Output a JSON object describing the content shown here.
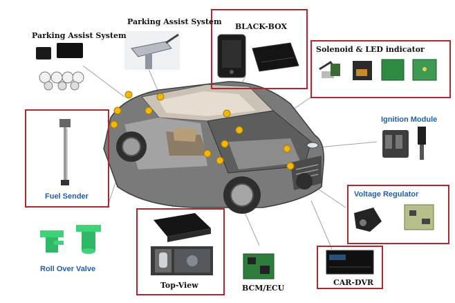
{
  "labels": {
    "parking_assist_left": "Parking Assist System",
    "parking_assist_top": "Parking Assist System",
    "black_box": "BLACK-BOX",
    "solenoid_led": "Solenoid & LED indicator",
    "ignition_module": "Ignition Module",
    "fuel_sender": "Fuel Sender",
    "voltage_regulator": "Voltage Regulator",
    "roll_over_valve": "Roll Over Valve",
    "top_view": "Top-View",
    "bcm_ecu": "BCM/ECU",
    "car_dvr": "CAR-DVR"
  },
  "colors": {
    "frame_red": "#b0262e",
    "label_blue": "#1f5fb0",
    "marker_yellow": "#f2b705",
    "car_body": "#6b6b6b",
    "valve_green": "#3fd27a"
  }
}
